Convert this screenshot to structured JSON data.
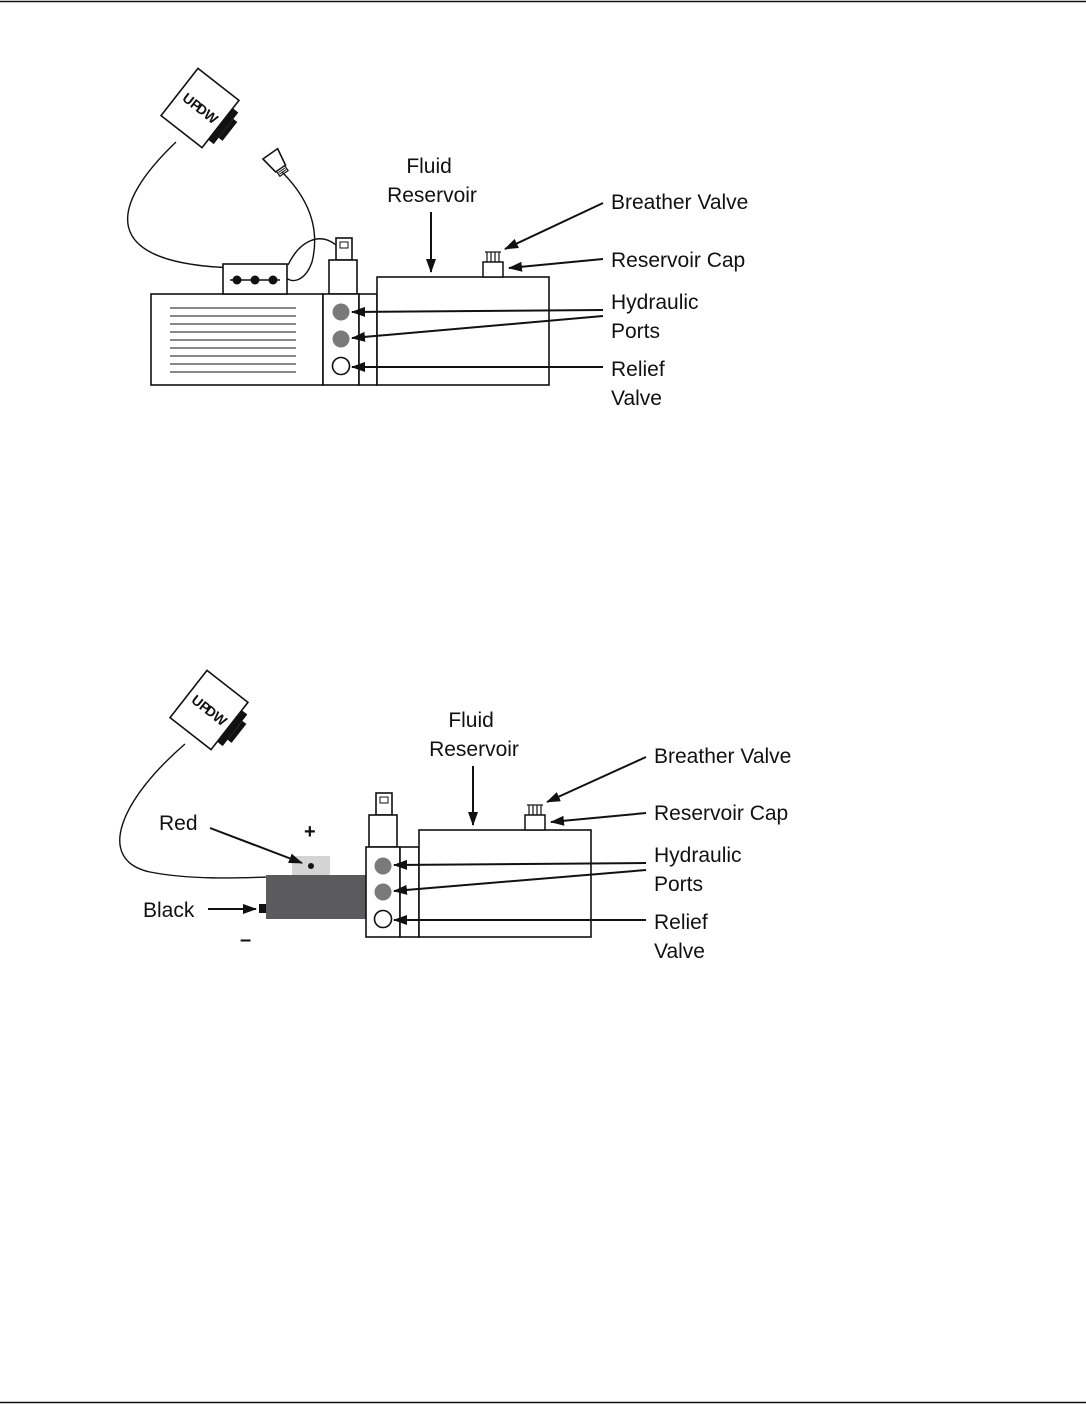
{
  "diagram_top": {
    "pendant": {
      "up": "UP",
      "down": "DW"
    },
    "labels": {
      "fluid_reservoir": [
        "Fluid",
        "Reservoir"
      ],
      "breather_valve": "Breather Valve",
      "reservoir_cap": "Reservoir Cap",
      "hydraulic_ports": [
        "Hydraulic",
        "Ports"
      ],
      "relief_valve": [
        "Relief",
        "Valve"
      ]
    }
  },
  "diagram_bottom": {
    "pendant": {
      "up": "UP",
      "down": "DW"
    },
    "labels": {
      "fluid_reservoir": [
        "Fluid",
        "Reservoir"
      ],
      "breather_valve": "Breather Valve",
      "reservoir_cap": "Reservoir Cap",
      "hydraulic_ports": [
        "Hydraulic",
        "Ports"
      ],
      "relief_valve": [
        "Relief",
        "Valve"
      ],
      "red": "Red",
      "black": "Black",
      "plus": "+",
      "minus": "–"
    }
  },
  "colors": {
    "line": "#111111",
    "port_fill": "#7a7a7a",
    "battery": "#5b5b5e",
    "terminal": "#d4d4d4"
  }
}
